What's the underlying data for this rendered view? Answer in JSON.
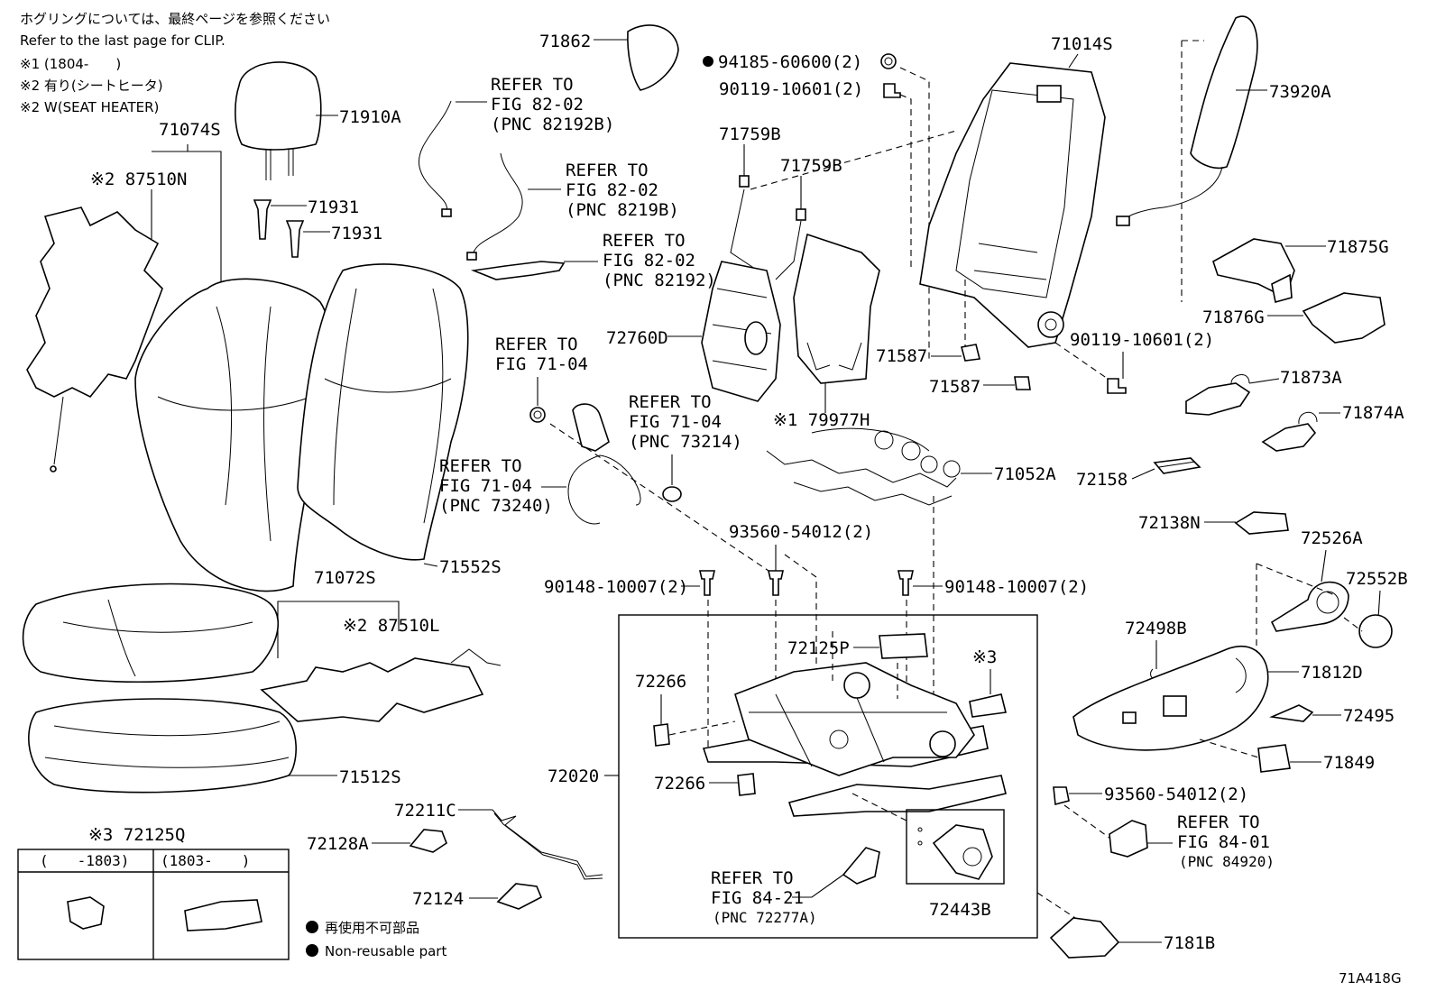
{
  "notes": {
    "clip_jp": "ホグリングについては、最終ページを参照ください",
    "clip_en": "Refer to the last page for CLIP.",
    "n1": "※1 (1804-　　)",
    "n2_jp": "※2 有り(シートヒータ)",
    "n2_en": "※2 W(SEAT HEATER)"
  },
  "labels": {
    "p71862": "71862",
    "p94185": "94185-60600(2)",
    "p90119a": "90119-10601(2)",
    "p71014S": "71014S",
    "p73920A": "73920A",
    "p71910A": "71910A",
    "p71074S": "71074S",
    "p87510N": "※2 87510N",
    "p71931a": "71931",
    "p71931b": "71931",
    "ref1_a": "REFER TO",
    "ref1_b": "FIG 82-02",
    "ref1_c": "(PNC 82192B)",
    "ref2_a": "REFER TO",
    "ref2_b": "FIG 82-02",
    "ref2_c": "(PNC 8219B)",
    "ref3_a": "REFER TO",
    "ref3_b": "FIG 82-02",
    "ref3_c": "(PNC 82192)",
    "p71759Ba": "71759B",
    "p71759Bb": "71759B",
    "p71875G": "71875G",
    "p71876G": "71876G",
    "p72760D": "72760D",
    "p90119b": "90119-10601(2)",
    "p71587a": "71587",
    "p71587b": "71587",
    "ref4_a": "REFER TO",
    "ref4_b": "FIG 71-04",
    "p71873A": "71873A",
    "p71874A": "71874A",
    "ref5_a": "REFER TO",
    "ref5_b": "FIG 71-04",
    "ref5_c": "(PNC 73214)",
    "p79977H": "※1 79977H",
    "p71052A": "71052A",
    "ref6_a": "REFER TO",
    "ref6_b": "FIG 71-04",
    "ref6_c": "(PNC 73240)",
    "p72158": "72158",
    "p72138N": "72138N",
    "p93560a": "93560-54012(2)",
    "p72526A": "72526A",
    "p72552B": "72552B",
    "p71072S": "71072S",
    "p71552S": "71552S",
    "p90148a": "90148-10007(2)",
    "p90148b": "90148-10007(2)",
    "p87510L": "※2 87510L",
    "p72125P": "72125P",
    "p3mark": "※3",
    "p72498B": "72498B",
    "p72266a": "72266",
    "p71812D": "71812D",
    "p72495": "72495",
    "p72020": "72020",
    "p72266b": "72266",
    "p71849": "71849",
    "p71512S": "71512S",
    "p93560b": "93560-54012(2)",
    "p72211C": "72211C",
    "ref7_a": "REFER TO",
    "ref7_b": "FIG 84-01",
    "ref7_c": "(PNC 84920)",
    "p72125Q": "※3 72125Q",
    "p72128A": "72128A",
    "p72124": "72124",
    "ref8_a": "REFER TO",
    "ref8_b": "FIG 84-21",
    "ref8_c": "(PNC 72277A)",
    "p72443B": "72443B",
    "p7181B": "7181B",
    "code": "71A418G"
  },
  "inset_table": {
    "col1": "(　　-1803)",
    "col2": "(1803-　　)"
  },
  "legend": {
    "jp": "再使用不可部品",
    "en": "Non-reusable part"
  }
}
